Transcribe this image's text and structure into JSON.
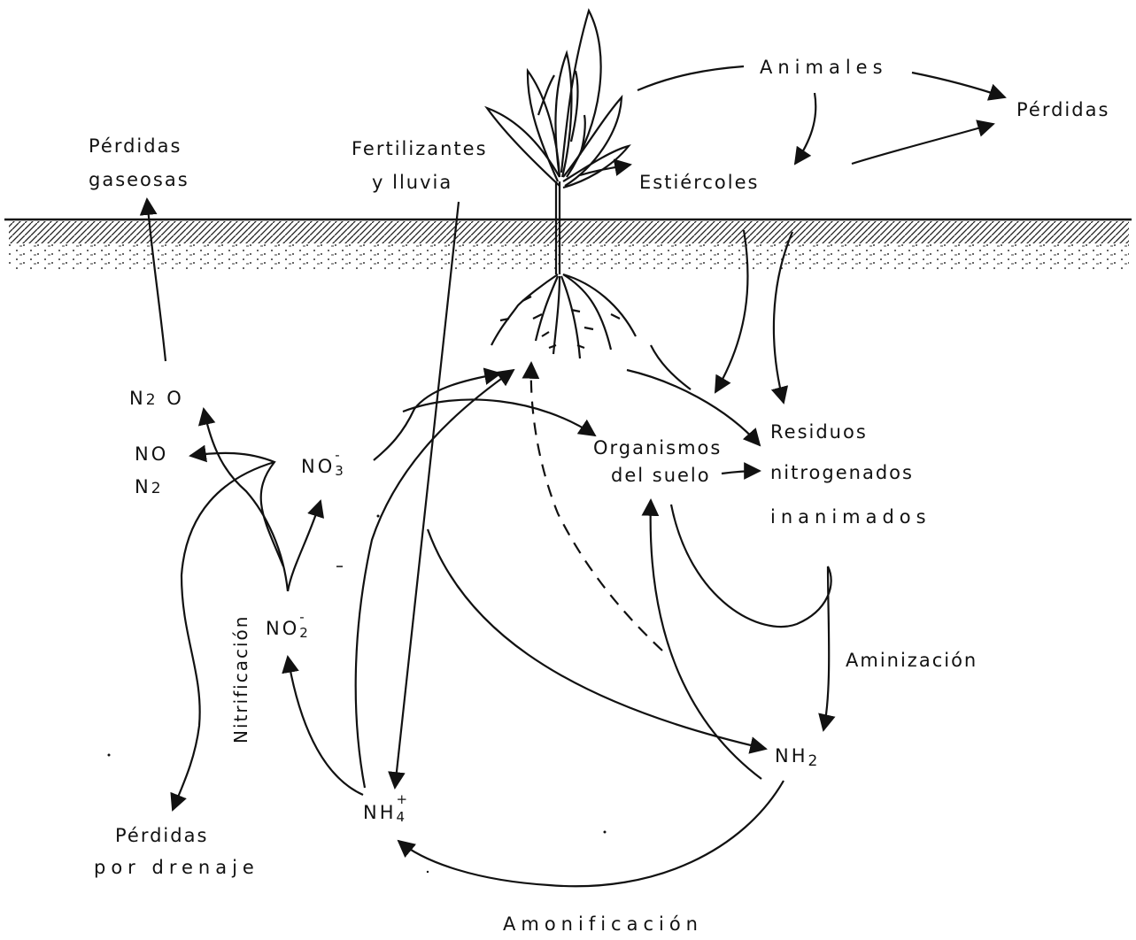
{
  "labels": {
    "animales": "Animales",
    "perdidas_right": "Pérdidas",
    "estiercoles": "Estiércoles",
    "fertilizantes_1": "Fertilizantes",
    "fertilizantes_2": "y lluvia",
    "perdidas_gas_1": "Pérdidas",
    "perdidas_gas_2": "gaseosas",
    "organismos_1": "Organismos",
    "organismos_2": "del suelo",
    "residuos_1": "Residuos",
    "residuos_2": "nitrogenados",
    "residuos_3": "inanimados",
    "aminizacion": "Aminización",
    "nitrificacion": "Nitrificación",
    "amonificacion": "Amonificación",
    "perdidas_dren_1": "Pérdidas",
    "perdidas_dren_2": "por drenaje"
  },
  "chem": {
    "n2o_base": "N",
    "n2o_sub": "2",
    "n2o_tail": " O",
    "no": "NO",
    "n2_base": "N",
    "n2_sub": "2",
    "no3_base": "NO",
    "no3_sub": "3",
    "no3_sup": "-",
    "no2_base": "NO",
    "no2_sub": "2",
    "no2_sup": "-",
    "nh2_base": "NH",
    "nh2_sub": "2",
    "nh4_base": "NH",
    "nh4_sub": "4",
    "nh4_sup": "+"
  },
  "colors": {
    "ink": "#111111",
    "background": "#ffffff"
  }
}
